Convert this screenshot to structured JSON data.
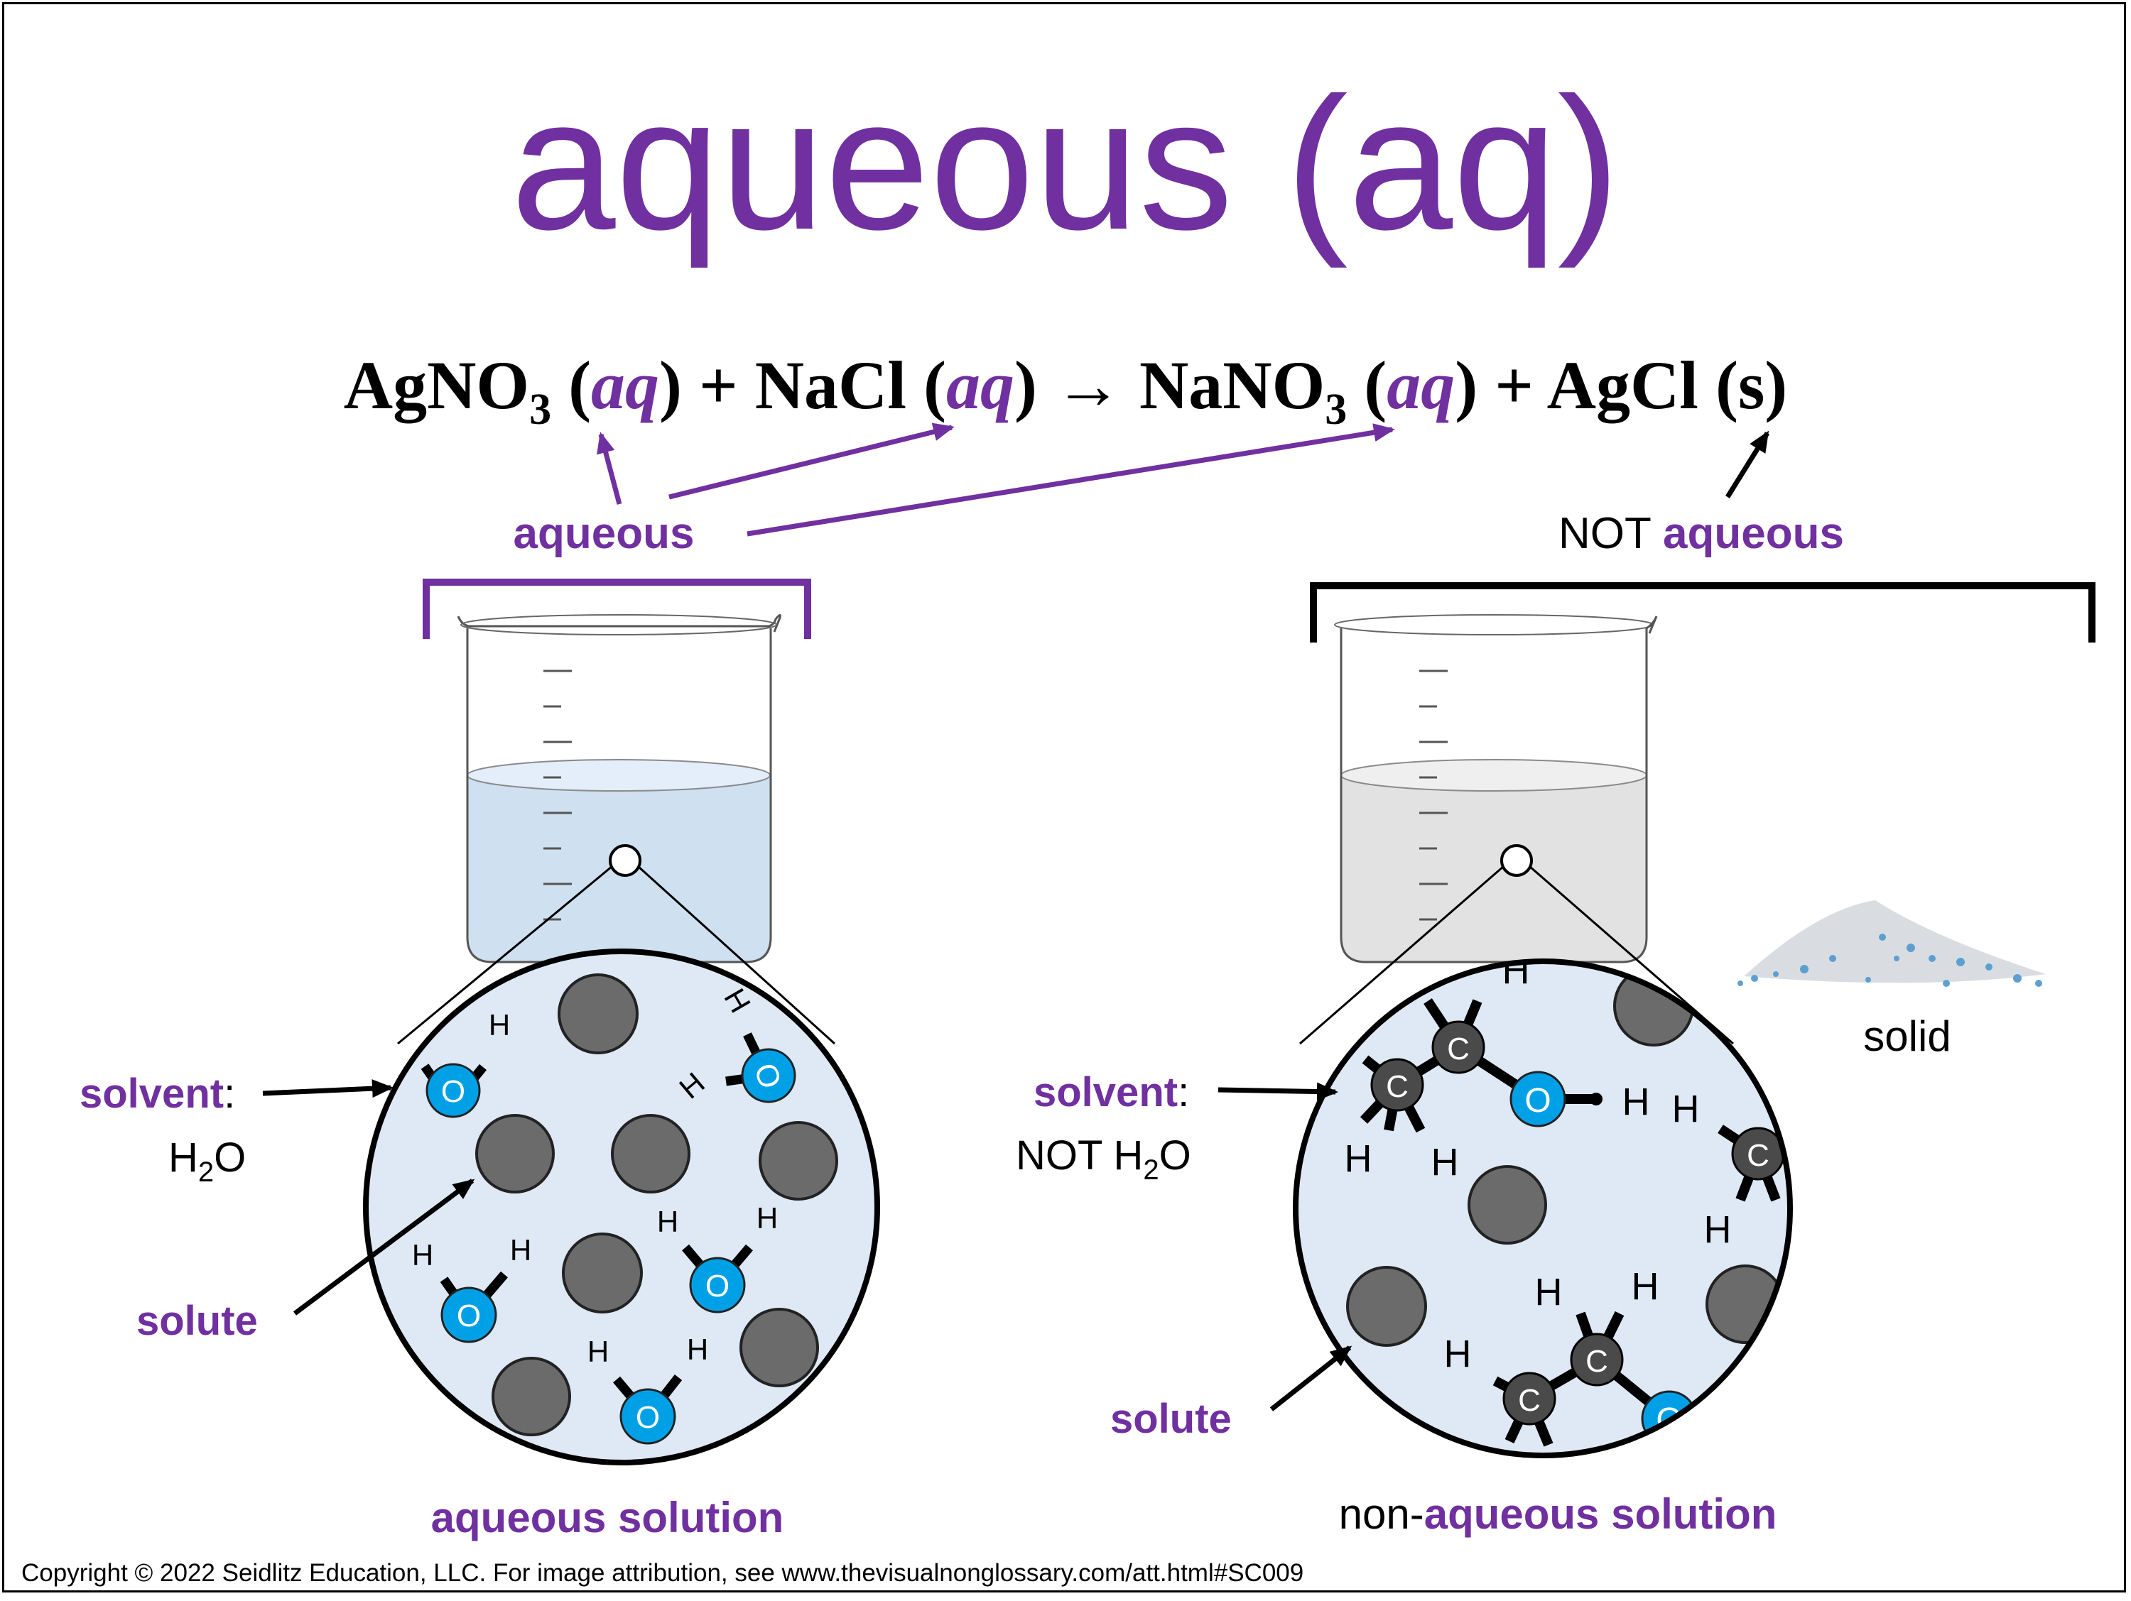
{
  "title": "aqueous (aq)",
  "equation": {
    "r1_formula": "AgNO",
    "r1_sub": "3",
    "r1_state": "aq",
    "plus1": "+",
    "r2_formula": "NaCl",
    "r2_state": "aq",
    "arrow": "→",
    "p1_formula": "NaNO",
    "p1_sub": "3",
    "p1_state": "aq",
    "plus2": "+",
    "p2_formula": "AgCl",
    "p2_state": "s"
  },
  "labels": {
    "aqueous": "aqueous",
    "not_word": "NOT",
    "not_aqueous_word": "aqueous",
    "left_solvent": "solvent",
    "left_solvent_colon": ":",
    "left_solvent_formula_h": "H",
    "left_solvent_formula_sub": "2",
    "left_solvent_formula_o": "O",
    "left_solute": "solute",
    "left_caption": "aqueous solution",
    "right_solvent": "solvent",
    "right_solvent_colon": ":",
    "right_solvent_formula_prefix": "NOT H",
    "right_solvent_formula_sub": "2",
    "right_solvent_formula_o": "O",
    "right_solute": "solute",
    "solid": "solid",
    "right_caption_prefix": "non-",
    "right_caption_word": "aqueous solution"
  },
  "atoms": {
    "oxygen": "O",
    "hydrogen": "H",
    "carbon": "C"
  },
  "copyright": "Copyright © 2022 Seidlitz Education, LLC.  For image attribution, see www.thevisualnonglossary.com/att.html#SC009",
  "colors": {
    "purple": "#7030a0",
    "water_blue": "#00a0e6",
    "circle_fill": "#dfe9f5",
    "solute_gray": "#6b6b6b",
    "carbon_gray": "#4a4a4a",
    "beaker_liquid_left": "#cfe0f0",
    "beaker_liquid_right": "#e2e2e2"
  }
}
